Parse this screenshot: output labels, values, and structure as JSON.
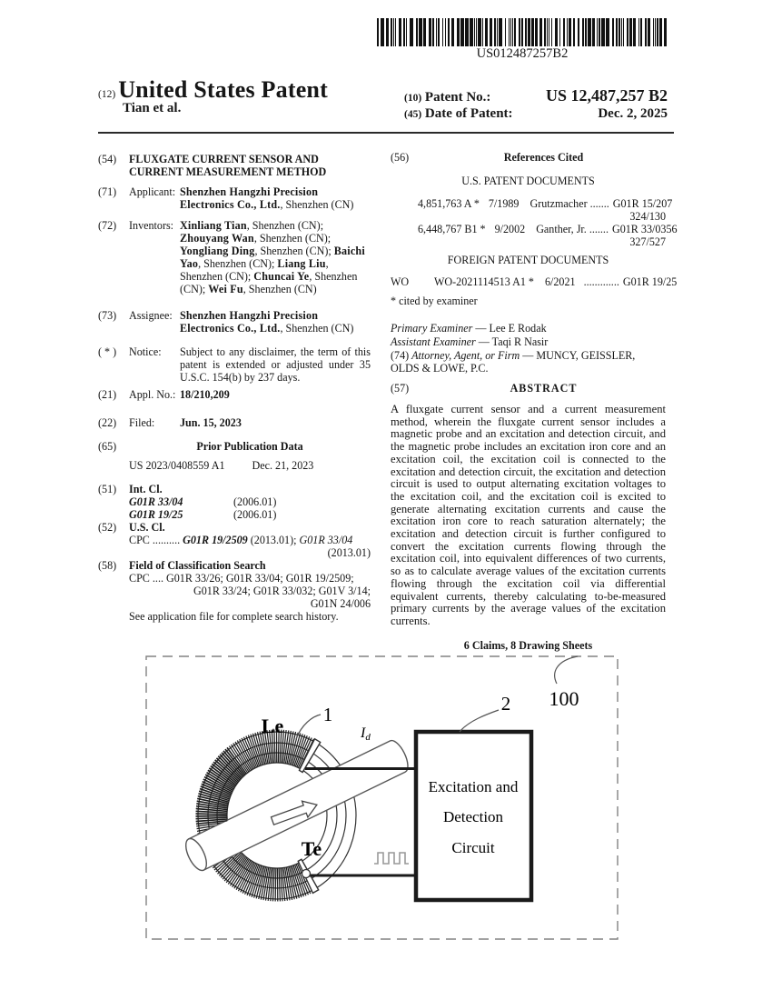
{
  "barcode": {
    "text": "US012487257B2"
  },
  "header": {
    "kind_code": "(12)",
    "title": "United States Patent",
    "byline": "Tian et al.",
    "patent_no_code": "(10)",
    "patent_no_label": "Patent No.:",
    "patent_no_value": "US 12,487,257 B2",
    "date_code": "(45)",
    "date_label": "Date of Patent:",
    "date_value": "Dec. 2, 2025"
  },
  "left": {
    "title": {
      "code": "(54)",
      "text": "FLUXGATE CURRENT SENSOR AND CURRENT MEASUREMENT METHOD"
    },
    "applicant": {
      "code": "(71)",
      "label": "Applicant:",
      "name": "Shenzhen Hangzhi Precision Electronics Co., Ltd.",
      "rest": ", Shenzhen (CN)"
    },
    "inventors": {
      "code": "(72)",
      "label": "Inventors:",
      "list": [
        {
          "name": "Xinliang Tian",
          "rest": ", Shenzhen (CN); "
        },
        {
          "name": "Zhouyang Wan",
          "rest": ", Shenzhen (CN); "
        },
        {
          "name": "Yongliang Ding",
          "rest": ", Shenzhen (CN); "
        },
        {
          "name": "Baichi Yao",
          "rest": ", Shenzhen (CN); "
        },
        {
          "name": "Liang Liu",
          "rest": ", Shenzhen (CN); "
        },
        {
          "name": "Chuncai Ye",
          "rest": ", Shenzhen (CN); "
        },
        {
          "name": "Wei Fu",
          "rest": ", Shenzhen (CN)"
        }
      ]
    },
    "assignee": {
      "code": "(73)",
      "label": "Assignee:",
      "name": "Shenzhen Hangzhi Precision Electronics Co., Ltd.",
      "rest": ", Shenzhen (CN)"
    },
    "notice": {
      "code": "( * )",
      "label": "Notice:",
      "text": "Subject to any disclaimer, the term of this patent is extended or adjusted under 35 U.S.C. 154(b) by 237 days."
    },
    "appl_no": {
      "code": "(21)",
      "label": "Appl. No.:",
      "value": "18/210,209"
    },
    "filed": {
      "code": "(22)",
      "label": "Filed:",
      "value": "Jun. 15, 2023"
    },
    "prior_pub": {
      "code": "(65)",
      "heading": "Prior Publication Data",
      "pub_no": "US 2023/0408559 A1",
      "pub_date": "Dec. 21, 2023"
    },
    "int_cl": {
      "code": "(51)",
      "heading": "Int. Cl.",
      "rows": [
        {
          "cls": "G01R 33/04",
          "ver": "(2006.01)"
        },
        {
          "cls": "G01R 19/25",
          "ver": "(2006.01)"
        }
      ]
    },
    "us_cl": {
      "code": "(52)",
      "heading": "U.S. Cl.",
      "cpc_label": "CPC",
      "dots": "..........",
      "part1": "G01R 19/2509",
      "part2": " (2013.01); ",
      "part3": "G01R 33/04",
      "cont": "(2013.01)"
    },
    "field_search": {
      "code": "(58)",
      "heading": "Field of Classification Search",
      "l1_label": "CPC",
      "l1_dots": "....",
      "l1": "G01R 33/26; G01R 33/04; G01R 19/2509;",
      "l2": "G01R 33/24; G01R 33/032; G01V 3/14;",
      "l3": "G01N 24/006",
      "note": "See application file for complete search history."
    }
  },
  "right": {
    "refs": {
      "code": "(56)",
      "heading": "References Cited",
      "us_heading": "U.S. PATENT DOCUMENTS",
      "rows": [
        {
          "num": "4,851,763 A *",
          "date": "7/1989",
          "name": "Grutzmacher",
          "dots": ".......",
          "cls": "G01R 15/207",
          "cls2": "324/130"
        },
        {
          "num": "6,448,767 B1 *",
          "date": "9/2002",
          "name": "Ganther, Jr.",
          "dots": ".......",
          "cls": "G01R 33/0356",
          "cls2": "327/527"
        }
      ],
      "foreign_heading": "FOREIGN PATENT DOCUMENTS",
      "foreign": {
        "country": "WO",
        "num": "WO-2021114513 A1 *",
        "date": "6/2021",
        "dots": ".............",
        "cls": "G01R 19/25"
      },
      "cited_note": "* cited by examiner"
    },
    "examiners": {
      "primary_label": "Primary Examiner",
      "primary": " — Lee E Rodak",
      "assistant_label": "Assistant Examiner",
      "assistant": " — Taqi R Nasir",
      "attorney_code": "(74) ",
      "attorney_label": "Attorney, Agent, or Firm",
      "attorney": " — MUNCY, GEISSLER, OLDS & LOWE, P.C."
    },
    "abstract": {
      "code": "(57)",
      "heading": "ABSTRACT",
      "text": "A fluxgate current sensor and a current measurement method, wherein the fluxgate current sensor includes a magnetic probe and an excitation and detection circuit, and the magnetic probe includes an excitation iron core and an excitation coil, the excitation coil is connected to the excitation and detection circuit, the excitation and detection circuit is used to output alternating excitation voltages to the excitation coil, and the excitation coil is excited to generate alternating excitation currents and cause the excitation iron core to reach saturation alternately; the excitation and detection circuit is further configured to convert the excitation currents flowing through the excitation coil, into equivalent differences of two currents, so as to calculate average values of the excitation currents flowing through the excitation coil via differential equivalent currents, thereby calculating to-be-measured primary currents by the average values of the excitation currents."
    },
    "claims_line": "6 Claims, 8 Drawing Sheets"
  },
  "figure": {
    "label_coil": "1",
    "label_circuit": "2",
    "label_system": "100",
    "label_le": "Le",
    "label_te": "Te",
    "label_id_main": "I",
    "label_id_sub": "d",
    "box_line1": "Excitation and",
    "box_line2": "Detection",
    "box_line3": "Circuit"
  }
}
